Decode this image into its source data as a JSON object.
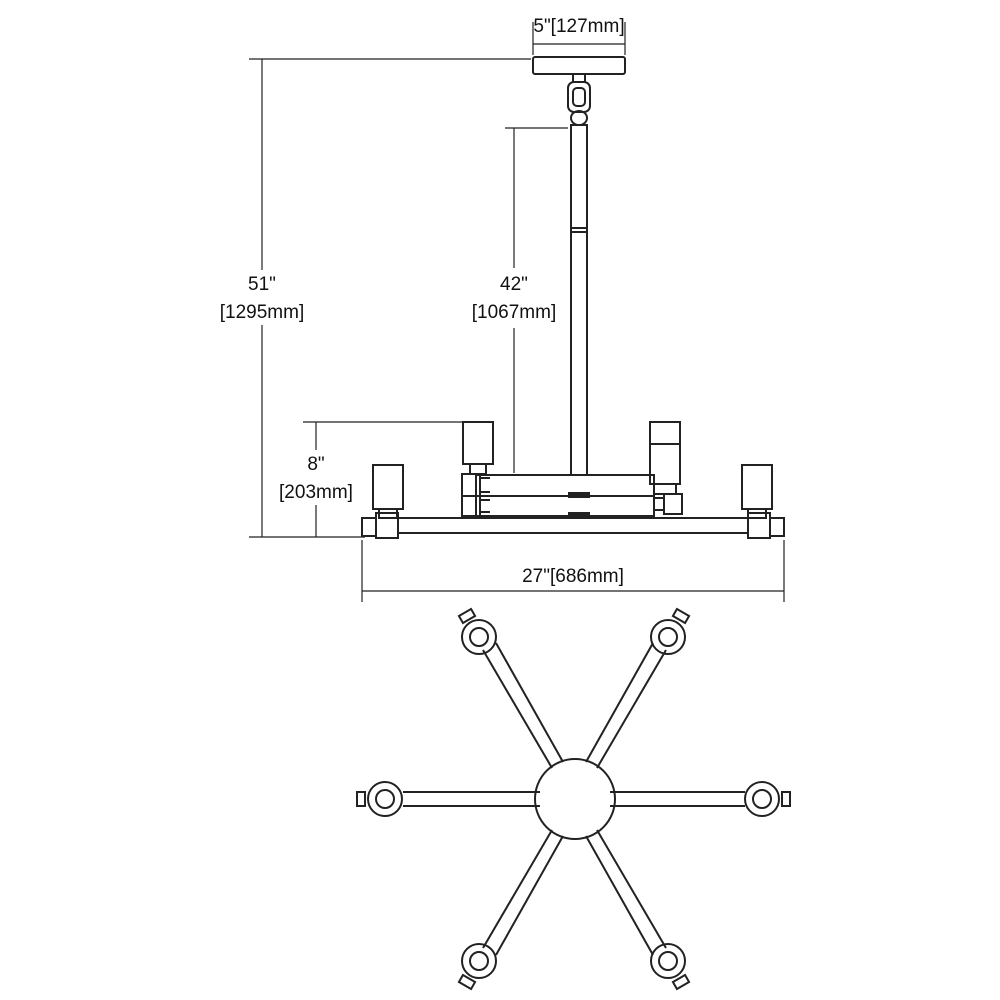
{
  "dimensions": {
    "canopy_width": "5\"[127mm]",
    "overall_height_in": "51\"",
    "overall_height_mm": "[1295mm]",
    "rod_length_in": "42\"",
    "rod_length_mm": "[1067mm]",
    "fixture_height_in": "8\"",
    "fixture_height_mm": "[203mm]",
    "fixture_width": "27\"[686mm]"
  }
}
